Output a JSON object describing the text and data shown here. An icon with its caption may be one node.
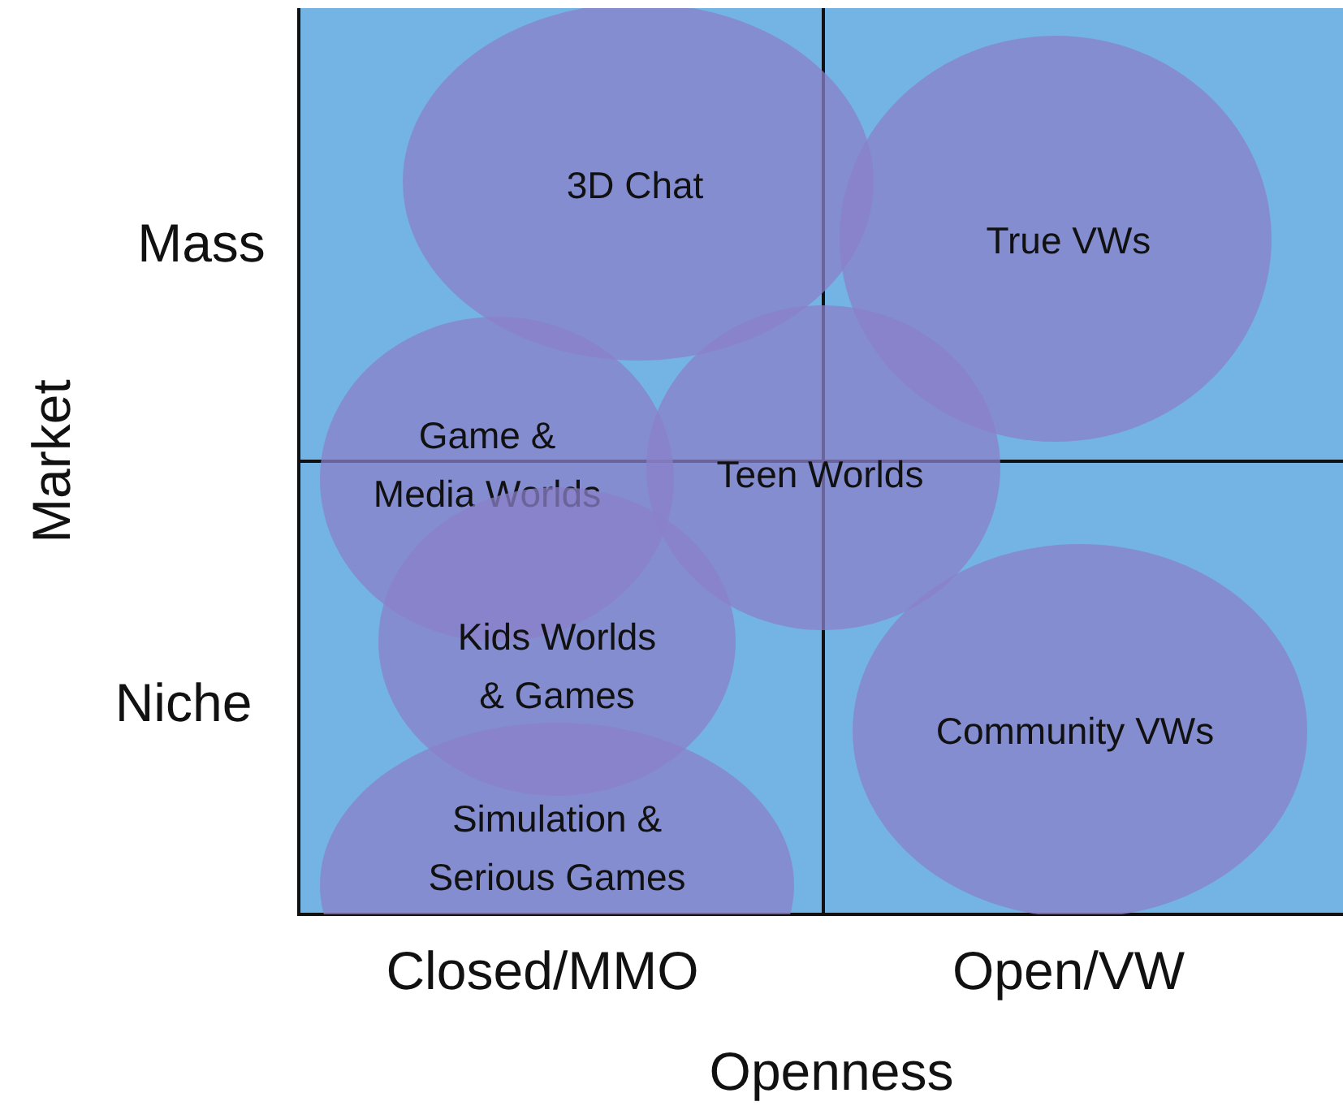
{
  "diagram": {
    "nodes": [
      {
        "text": [
          "3D Chat"
        ]
      },
      {
        "text": [
          "True VWs"
        ]
      },
      {
        "text": [
          "Game & Media Worlds"
        ]
      },
      {
        "text": [
          "Teen Worlds"
        ]
      },
      {
        "text": [
          "Kids Worlds & Games"
        ]
      },
      {
        "text": [
          "Community VWs"
        ]
      },
      {
        "text": [
          "Simulation & Serious Games"
        ]
      }
    ],
    "labels": [
      "Mass",
      "Market",
      "Niche",
      "Closed/MMO",
      "Open/VW",
      "Openness"
    ]
  }
}
